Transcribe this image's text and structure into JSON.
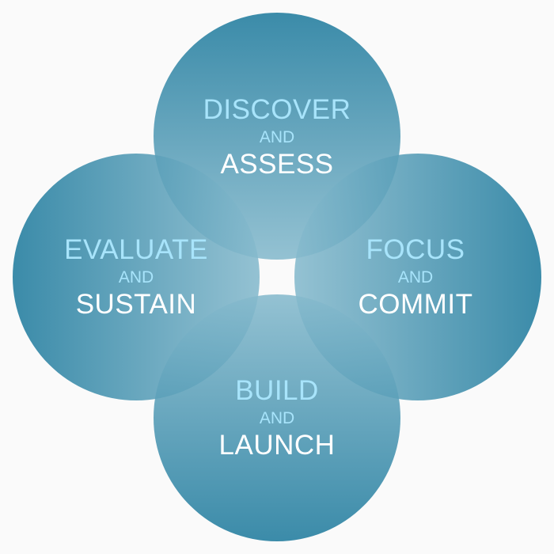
{
  "colors": {
    "outer": "#217c9e",
    "inner": "#7fb6ca",
    "primary_text": "#a8e4fb",
    "secondary_text": "#ffffff"
  },
  "phases": [
    {
      "id": "top",
      "line1": "DISCOVER",
      "line2": "AND",
      "line3": "ASSESS"
    },
    {
      "id": "left",
      "line1": "EVALUATE",
      "line2": "AND",
      "line3": "SUSTAIN"
    },
    {
      "id": "right",
      "line1": "FOCUS",
      "line2": "AND",
      "line3": "COMMIT"
    },
    {
      "id": "bottom",
      "line1": "BUILD",
      "line2": "AND",
      "line3": "LAUNCH"
    }
  ]
}
